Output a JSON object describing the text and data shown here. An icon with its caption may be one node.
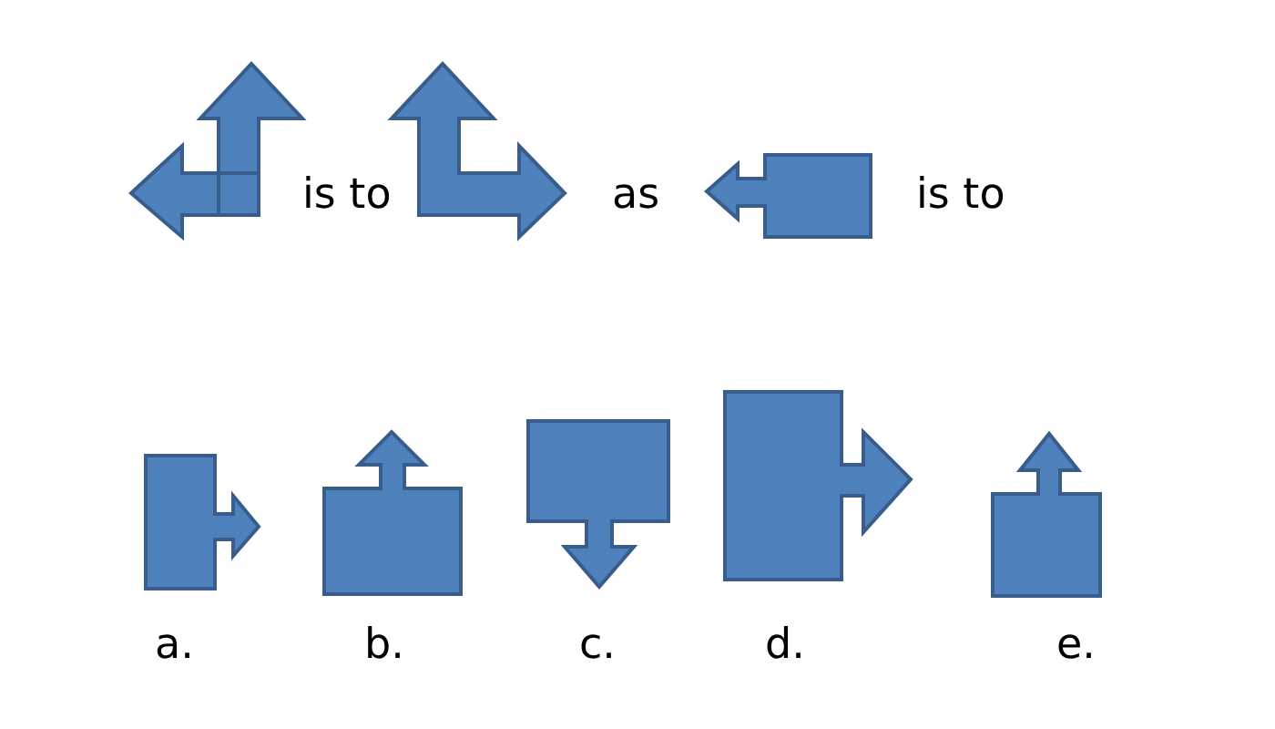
{
  "diagram": {
    "labels": [
      "is to",
      "as",
      "is to",
      "a.",
      "b.",
      "c.",
      "d.",
      "e."
    ]
  }
}
